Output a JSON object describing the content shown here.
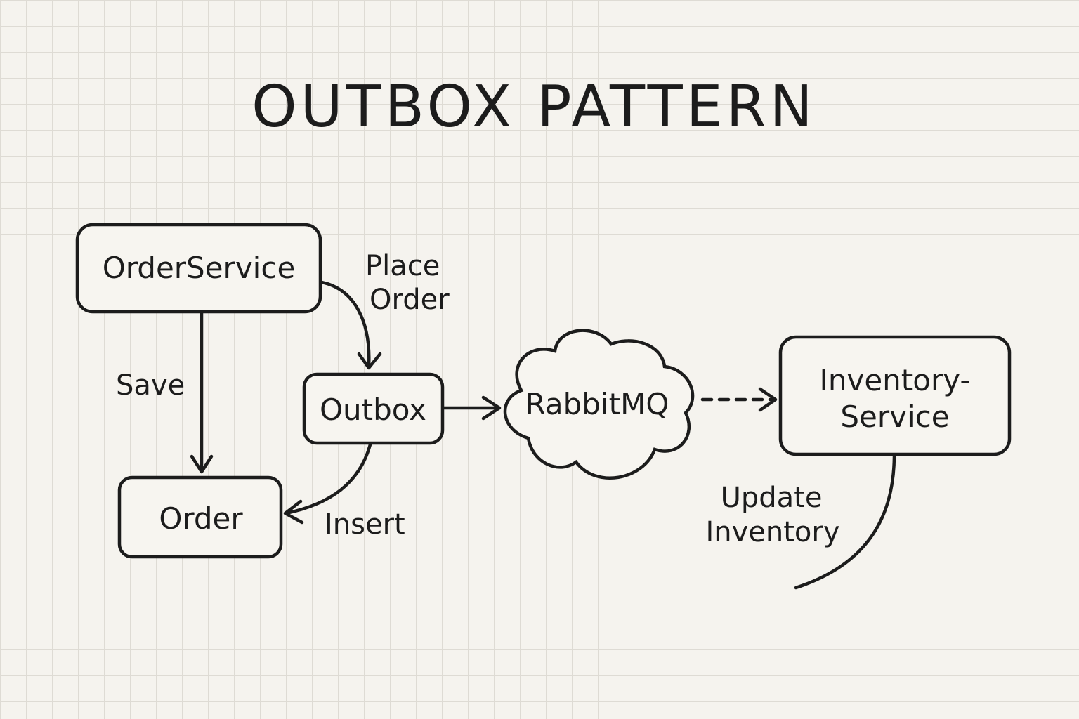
{
  "title": "OUTBOX PATTERN",
  "colors": {
    "background": "#f5f3ee",
    "grid": "#dedbd4",
    "ink": "#1c1c1c"
  },
  "nodes": {
    "order_service": "OrderService",
    "outbox": "Outbox",
    "order": "Order",
    "rabbitmq": "RabbitMQ",
    "inventory_service_line1": "Inventory-",
    "inventory_service_line2": "Service"
  },
  "edges": {
    "place_order_line1": "Place",
    "place_order_line2": "Order",
    "save": "Save",
    "insert": "Insert",
    "update_inventory_line1": "Update",
    "update_inventory_line2": "Inventory"
  }
}
